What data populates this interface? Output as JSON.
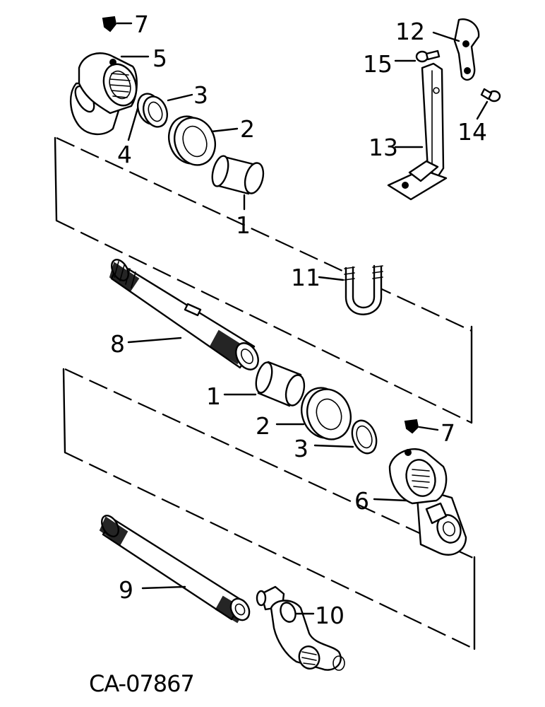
{
  "callouts": {
    "c1a": "1",
    "c1b": "1",
    "c2a": "2",
    "c2b": "2",
    "c3a": "3",
    "c3b": "3",
    "c4": "4",
    "c5": "5",
    "c6": "6",
    "c7a": "7",
    "c7b": "7",
    "c8": "8",
    "c9": "9",
    "c10": "10",
    "c11": "11",
    "c12": "12",
    "c13": "13",
    "c14": "14",
    "c15": "15"
  },
  "reference_code": "CA-07867"
}
